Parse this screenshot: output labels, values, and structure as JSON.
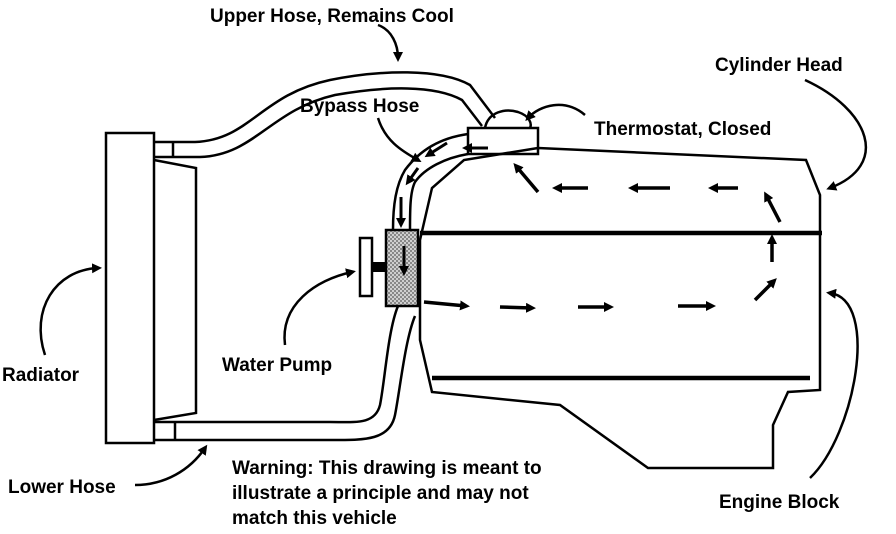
{
  "labels": {
    "upper_hose": "Upper Hose, Remains Cool",
    "cylinder_head": "Cylinder Head",
    "bypass_hose": "Bypass Hose",
    "thermostat": "Thermostat, Closed",
    "radiator": "Radiator",
    "water_pump": "Water Pump",
    "engine_block": "Engine Block",
    "lower_hose": "Lower Hose"
  },
  "warning": {
    "line1": "Warning: This drawing is meant to",
    "line2": "illustrate a principle and may not",
    "line3": "match this vehicle"
  },
  "colors": {
    "ink": "#000000",
    "background": "#ffffff",
    "pump_fill": "#9a9a9a"
  }
}
